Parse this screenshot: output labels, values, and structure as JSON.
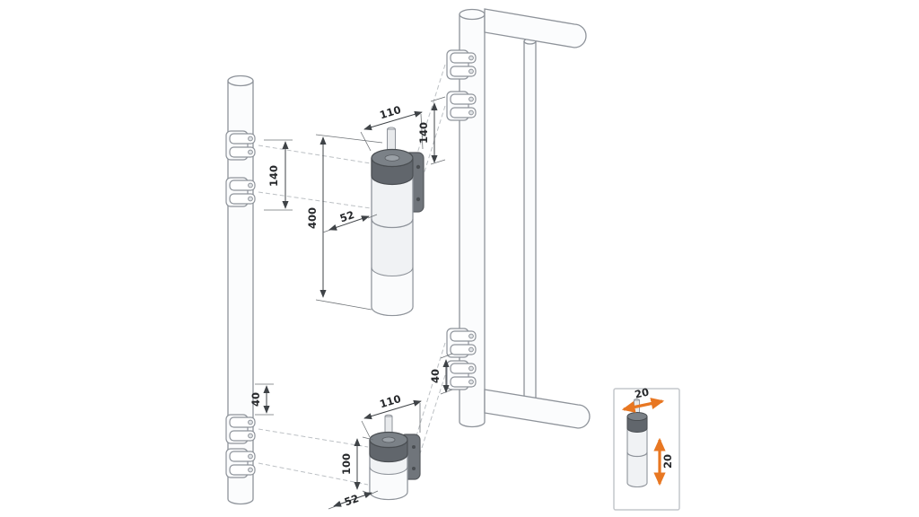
{
  "dimensions": {
    "upper_hinge_width": "110",
    "post_upper_bracket_spacing": "140",
    "upper_hinge_height": "400",
    "upper_hinge_depth": "52",
    "gate_upper_bracket_spacing": "140",
    "gate_lower_bracket_offset": "40",
    "lower_hinge_width": "110",
    "lower_hinge_height": "100",
    "post_lower_bracket_offset": "40",
    "lower_hinge_depth": "52"
  },
  "inset": {
    "horizontal_adjustment": "20",
    "vertical_adjustment": "20"
  },
  "colors": {
    "accent_orange": "#E87722",
    "outline_gray": "#8e939a",
    "dimension_gray": "#3f4347",
    "dark_part_gray": "#61666c",
    "background": "#ffffff"
  }
}
